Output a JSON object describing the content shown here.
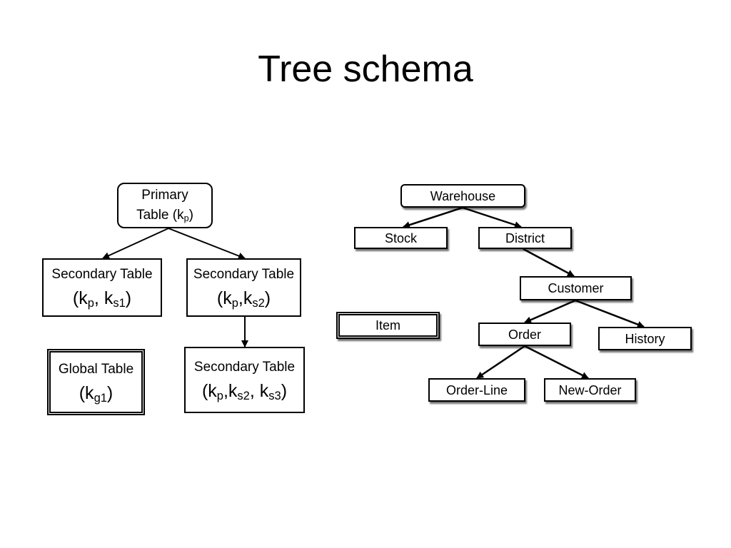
{
  "slide": {
    "title": "Tree schema"
  },
  "generic_schema": {
    "primary": {
      "label": "Primary",
      "label2": "Table (k",
      "sub": "p",
      "close": ")"
    },
    "secondary_1": {
      "label": "Secondary Table",
      "open": "(k",
      "sub1": "p",
      "mid": ", k",
      "sub2": "s1",
      "close": ")"
    },
    "secondary_2": {
      "label": "Secondary Table",
      "open": "(k",
      "sub1": "p",
      "mid": ",k",
      "sub2": "s2",
      "close": ")"
    },
    "secondary_3": {
      "label": "Secondary Table",
      "open": "(k",
      "sub1": "p",
      "mid": ",k",
      "sub2": "s2",
      "mid2": ", k",
      "sub3": "s3",
      "close": ")"
    },
    "global": {
      "label": "Global Table",
      "open": "(k",
      "sub": "g1",
      "close": ")"
    }
  },
  "tpcc_schema": {
    "warehouse": "Warehouse",
    "stock": "Stock",
    "district": "District",
    "customer": "Customer",
    "order": "Order",
    "history": "History",
    "order_line": "Order-Line",
    "new_order": "New-Order",
    "item": "Item"
  },
  "colors": {
    "line": "#000000",
    "background": "#ffffff"
  }
}
